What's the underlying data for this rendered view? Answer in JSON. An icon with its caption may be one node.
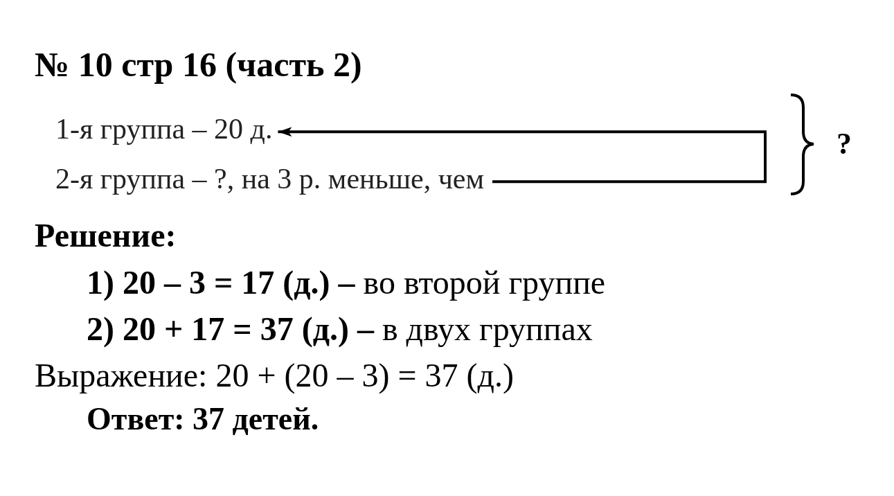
{
  "diagram": {
    "title": "№ 10 стр 16 (часть 2)",
    "nodes": [
      {
        "text": [
          "1-я группа  – 20 д."
        ]
      },
      {
        "text": [
          "2-я группа – ?, на 3 р. меньше, чем"
        ]
      }
    ],
    "edges": [
      {
        "from": 1,
        "to": 0,
        "arrow": "to"
      }
    ],
    "labels": [
      "?",
      "Решение:",
      "**1)  20 – 3 = 17 (д.) –** во второй группе",
      "**2)  20 + 17 = 37 (д.) –** в двух группах",
      "Выражение: 20 + (20 – 3) = 37 (д.)",
      "Ответ: 37 детей."
    ]
  }
}
